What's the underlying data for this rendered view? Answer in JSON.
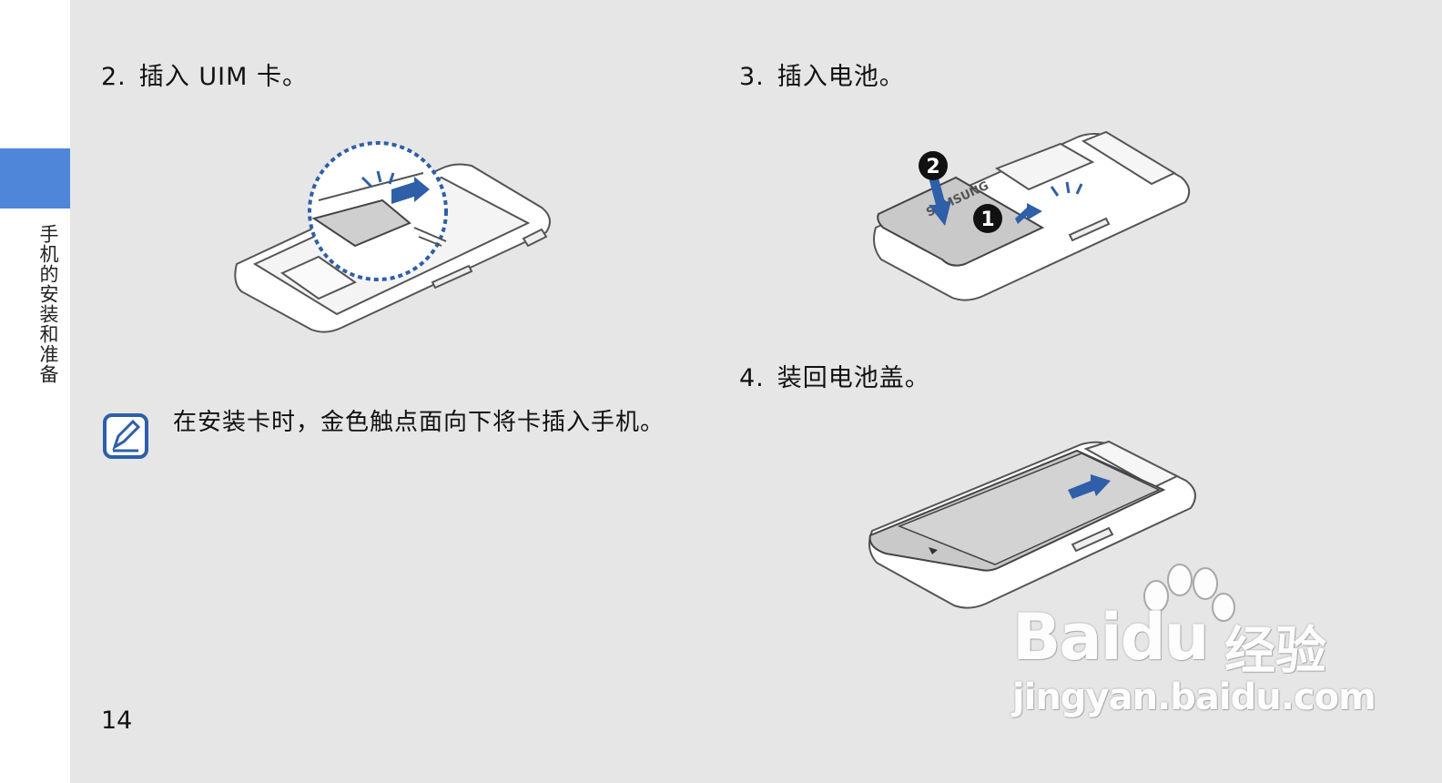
{
  "section": {
    "vertical_title": "手机的安装和准备"
  },
  "steps": [
    {
      "number": "2.",
      "text": "插入 UIM 卡。"
    },
    {
      "number": "3.",
      "text": "插入电池。"
    },
    {
      "number": "4.",
      "text": "装回电池盖。"
    }
  ],
  "note": {
    "icon": "note-pencil-icon",
    "text": "在安装卡时，金色触点面向下将卡插入手机。"
  },
  "battery_label": "SAMSUNG",
  "callouts": {
    "first": "1",
    "second": "2"
  },
  "page_number": "14",
  "watermark": {
    "brand": "Bai",
    "brand_tail": "du",
    "suffix": "经验",
    "url": "jingyan.baidu.com"
  },
  "colors": {
    "accent": "#4f86d9",
    "arrow": "#2e5fa8",
    "background": "#e6e6e6"
  }
}
